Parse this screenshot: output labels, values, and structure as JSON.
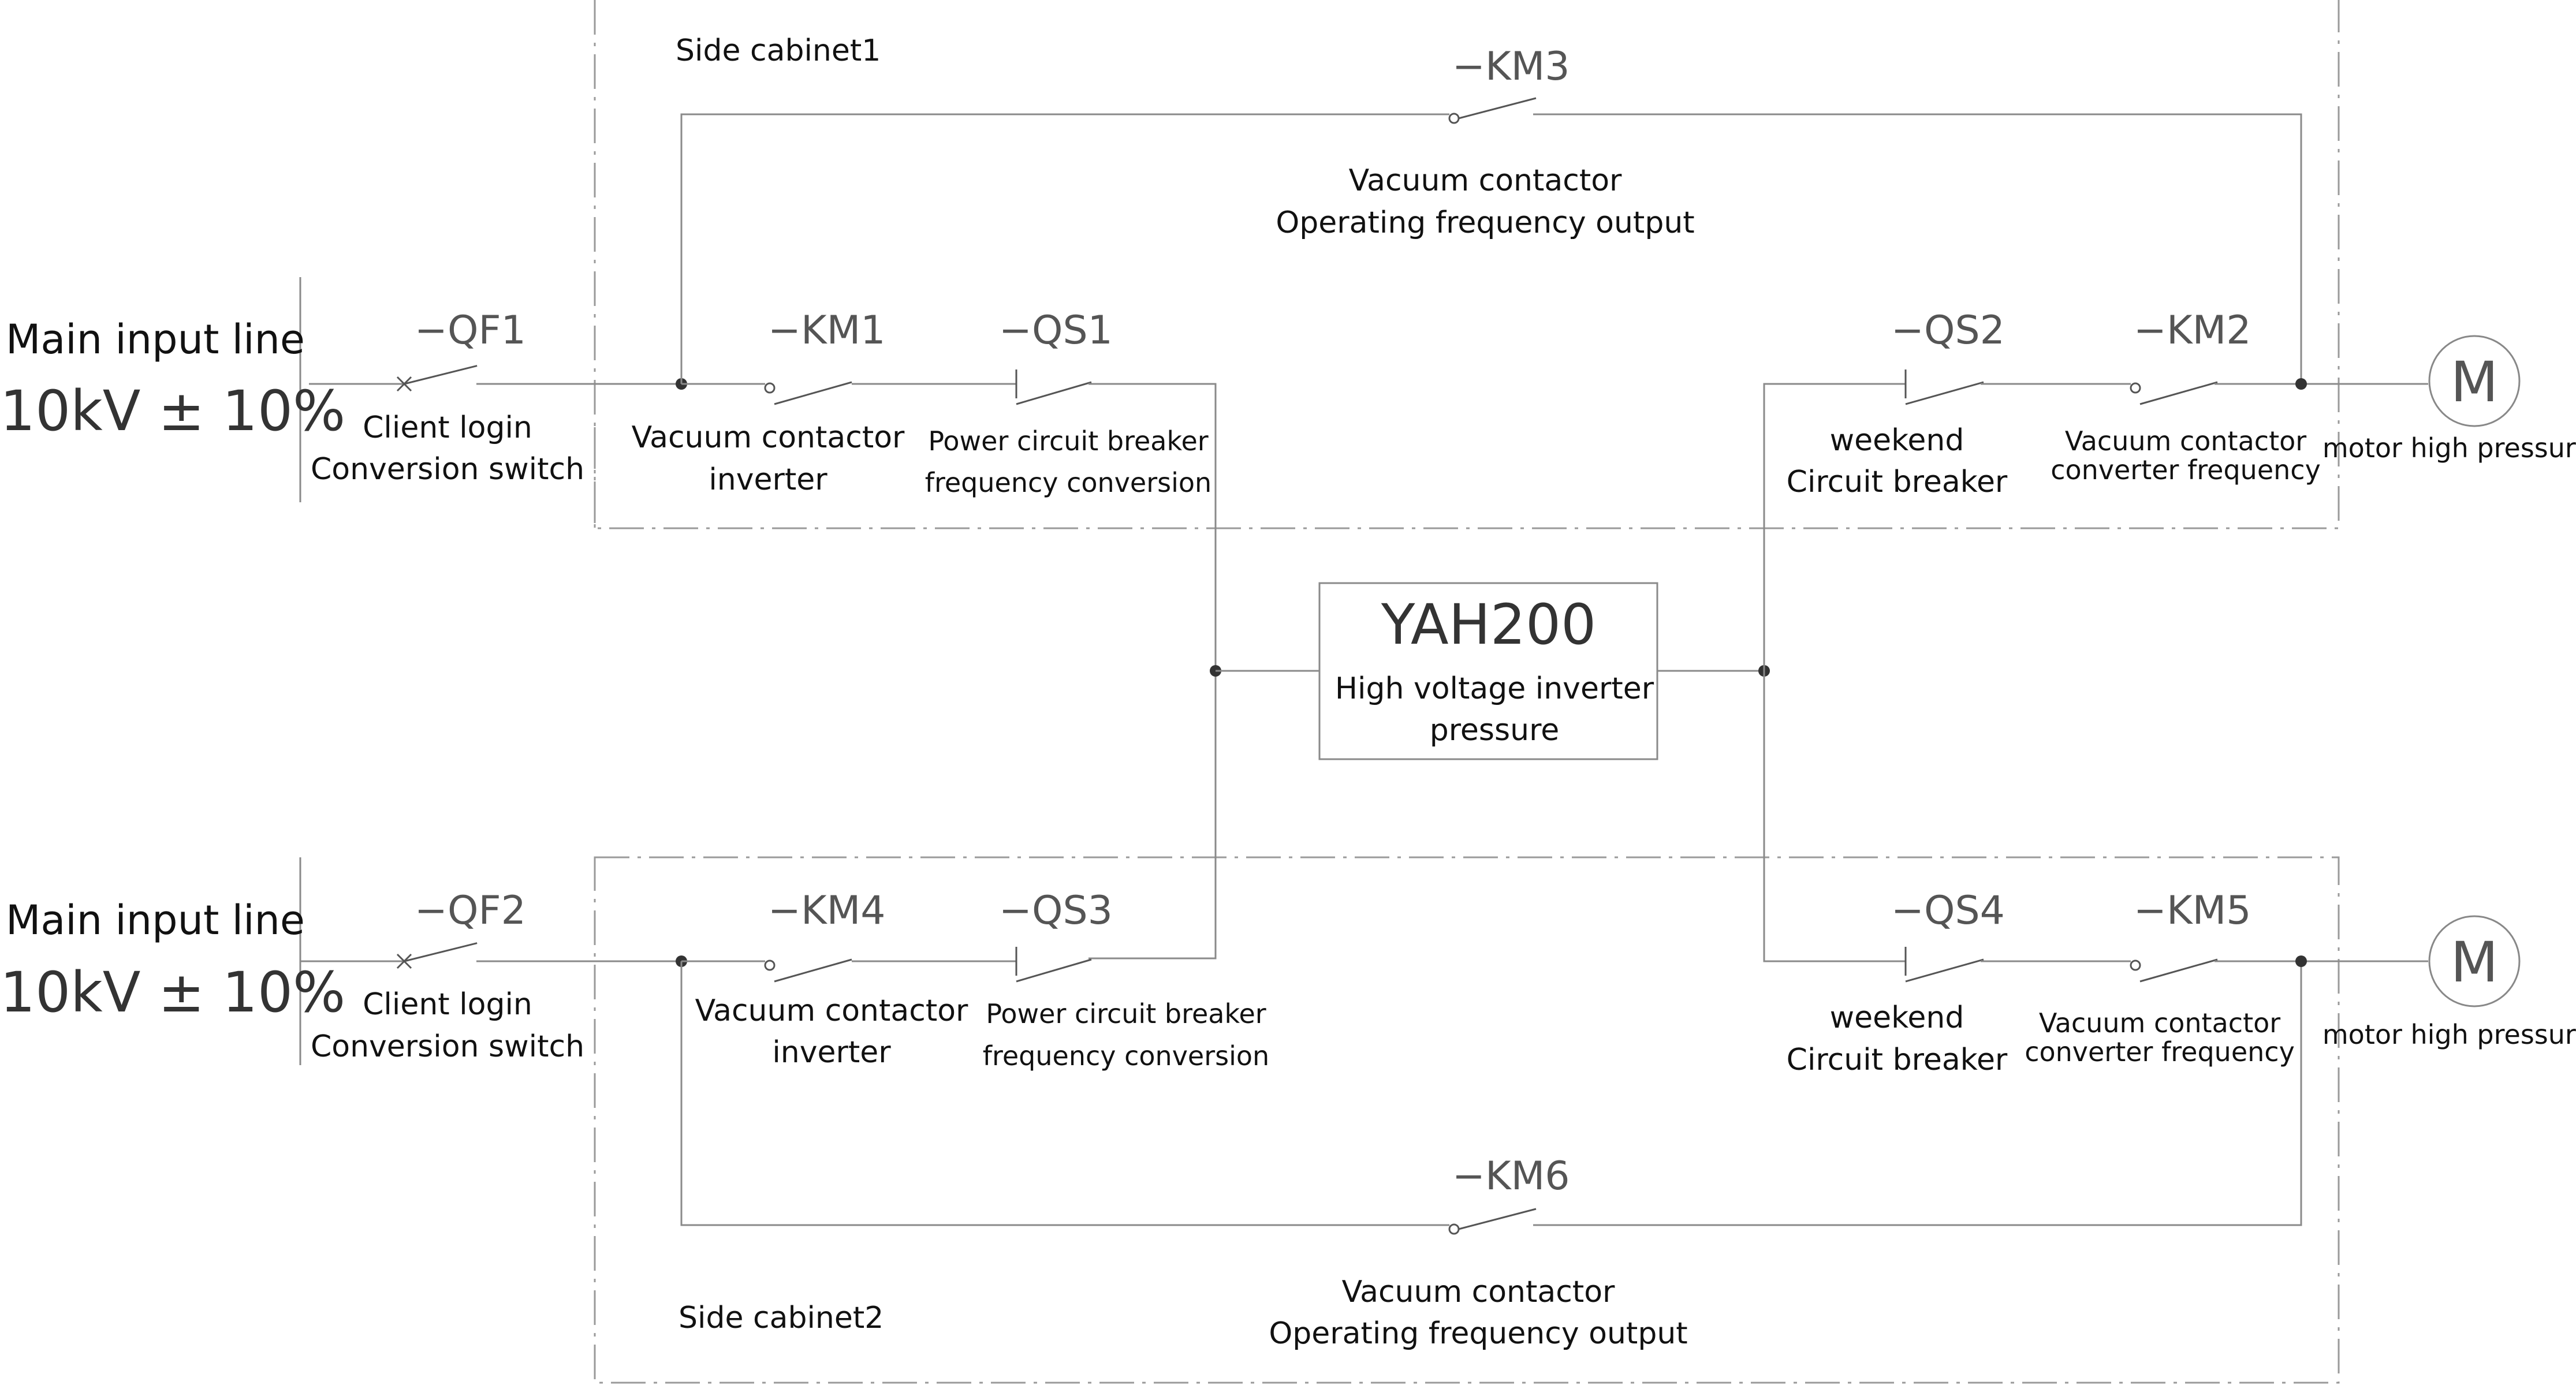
{
  "cabinets": {
    "top": "Side cabinet1",
    "bottom": "Side cabinet2"
  },
  "inputs": {
    "top": {
      "title": "Main input line",
      "voltage": "10kV ± 10%"
    },
    "bottom": {
      "title": "Main input line",
      "voltage": "10kV ± 10%"
    }
  },
  "switches": {
    "qf1": {
      "tag": "−QF1",
      "line1": "Client login",
      "line2": "Conversion switch"
    },
    "qf2": {
      "tag": "−QF2",
      "line1": "Client login",
      "line2": "Conversion switch"
    },
    "km1": {
      "tag": "−KM1",
      "line1": "Vacuum contactor",
      "line2": "inverter"
    },
    "km4": {
      "tag": "−KM4",
      "line1": "Vacuum contactor",
      "line2": "inverter"
    },
    "qs1": {
      "tag": "−QS1",
      "line1": "Power circuit breaker",
      "line2": "frequency conversion"
    },
    "qs3": {
      "tag": "−QS3",
      "line1": "Power circuit breaker",
      "line2": "frequency conversion"
    },
    "qs2": {
      "tag": "−QS2",
      "line1": "weekend",
      "line2": "Circuit breaker"
    },
    "qs4": {
      "tag": "−QS4",
      "line1": "weekend",
      "line2": "Circuit breaker"
    },
    "km2": {
      "tag": "−KM2",
      "line1": "Vacuum contactor",
      "line2": "converter frequency"
    },
    "km5": {
      "tag": "−KM5",
      "line1": "Vacuum contactor",
      "line2": "converter frequency"
    },
    "km3": {
      "tag": "−KM3",
      "line1": "Vacuum contactor",
      "line2": "Operating frequency output"
    },
    "km6": {
      "tag": "−KM6",
      "line1": "Vacuum contactor",
      "line2": "Operating frequency output"
    }
  },
  "inverter": {
    "model": "YAH200",
    "line1": "High voltage inverter",
    "line2": "pressure"
  },
  "motors": {
    "top": {
      "symbol": "M",
      "label": "motor high pressure"
    },
    "bottom": {
      "symbol": "M",
      "label": "motor high pressure"
    }
  }
}
